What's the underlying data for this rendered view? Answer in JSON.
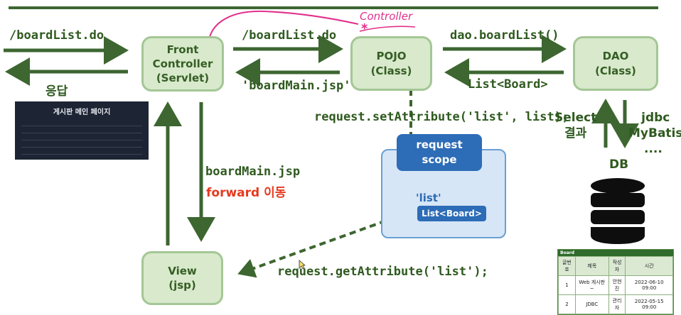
{
  "diagram": {
    "nodes": {
      "front_controller": [
        "Front",
        "Controller",
        "(Servlet)"
      ],
      "pojo": [
        "POJO",
        "(Class)"
      ],
      "dao": [
        "DAO",
        "(Class)"
      ],
      "view": [
        "View",
        "(jsp)"
      ],
      "db": "DB"
    },
    "edges": {
      "client_request": "/boardList.do",
      "response": "응답",
      "fc_to_pojo": "/boardList.do",
      "pojo_to_fc": "'boardMain.jsp'",
      "pojo_to_dao": "dao.boardList()",
      "dao_to_pojo": "List<Board>",
      "select_result": [
        "Select",
        "결과"
      ],
      "dao_to_db": [
        "jdbc",
        "MyBatis",
        "...."
      ],
      "fc_to_view": "boardMain.jsp",
      "forward": "forward 이동",
      "set_attribute": "request.setAttribute('list', list);",
      "get_attribute": "request.getAttribute('list');"
    },
    "request_scope": {
      "title": [
        "request",
        "scope"
      ],
      "attr_key": "'list'",
      "attr_value": "List<Board>"
    },
    "annotation": "Controller",
    "annotation_star": "*",
    "colors": {
      "box_fill": "#d8e9cc",
      "box_border": "#a4c795",
      "arrow": "#3d6630",
      "text": "#2f5a1f",
      "annotation": "#e0308a",
      "scope_fill": "#d6e6f6",
      "scope_head": "#2d6cb6",
      "forward_text": "#e53a1f"
    }
  },
  "board_page_thumbnail": {
    "title": "게시판 메인 페이지"
  },
  "board_table": {
    "caption": "Board",
    "headers": [
      "글번호",
      "제목",
      "작성자",
      "시간"
    ],
    "rows": [
      [
        "1",
        "Web 게시판~",
        "안현진",
        "2022-06-10 09:00"
      ],
      [
        "2",
        "JDBC",
        "관리자",
        "2022-05-15 09:00"
      ]
    ]
  }
}
